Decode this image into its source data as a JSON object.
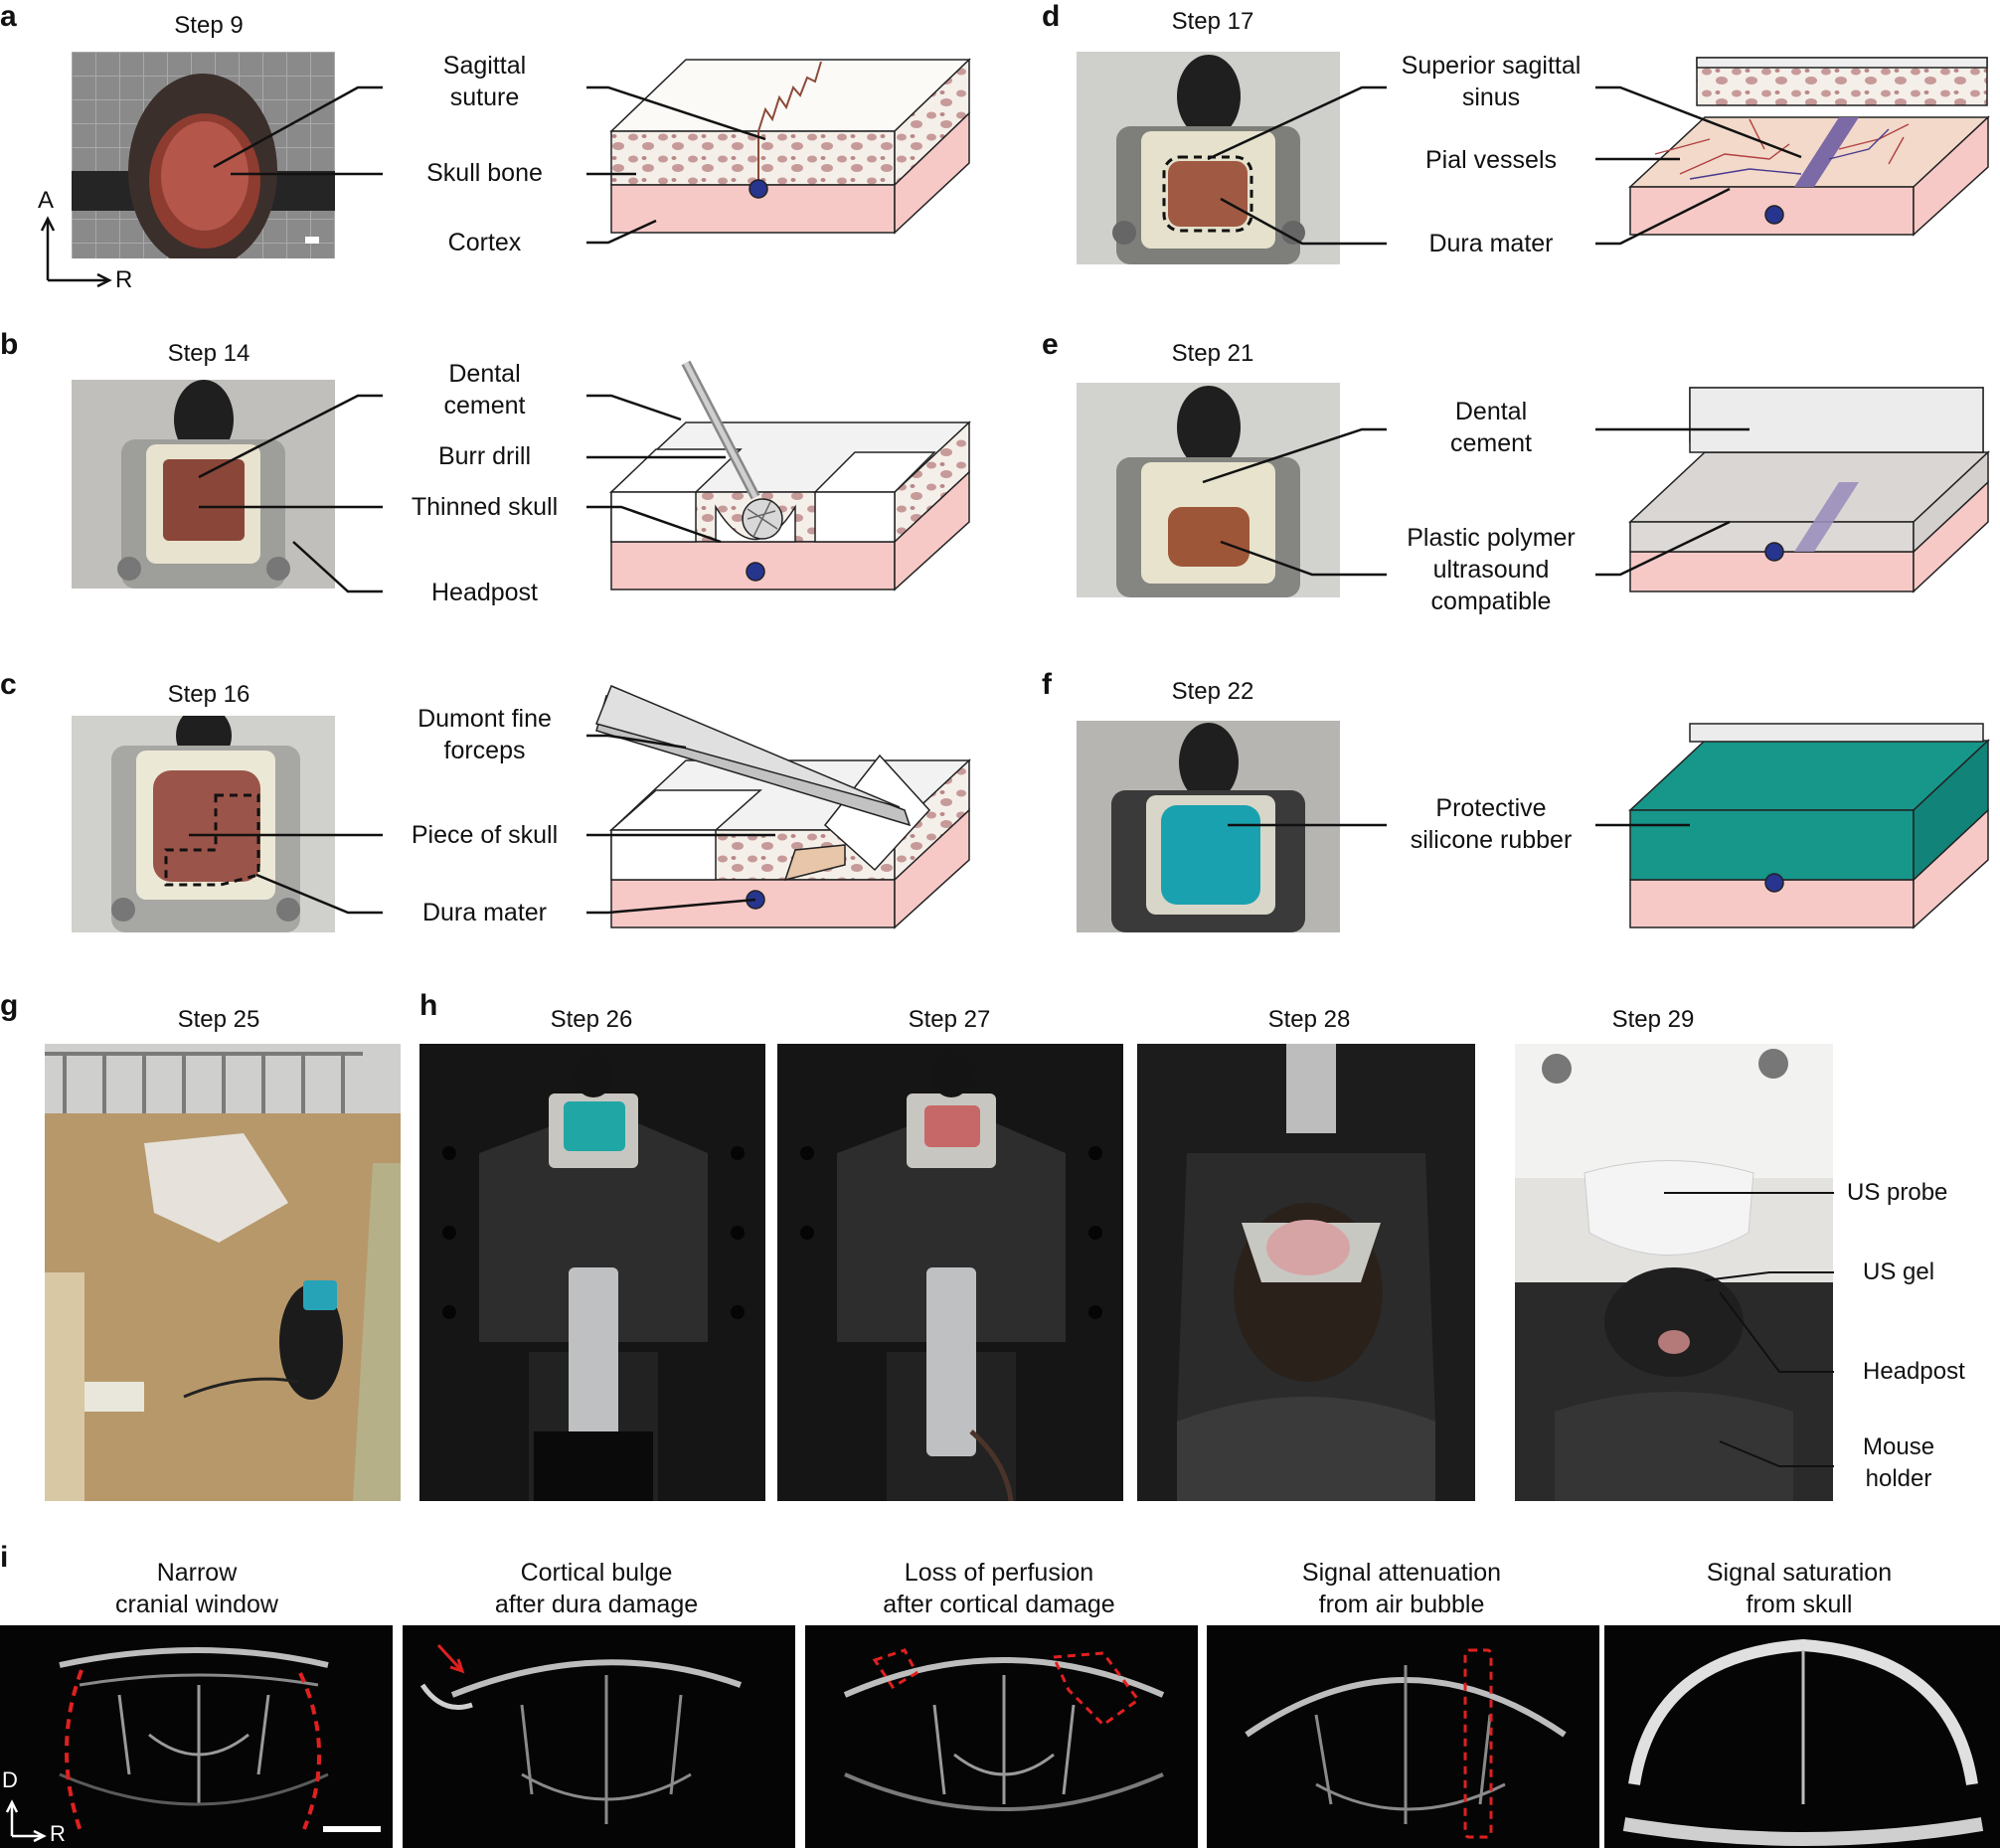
{
  "panels": {
    "a": {
      "letter": "a",
      "step": "Step 9",
      "labels": [
        "Sagittal\nsuture",
        "Skull bone",
        "Cortex"
      ],
      "axis_up": "A",
      "axis_right": "R"
    },
    "b": {
      "letter": "b",
      "step": "Step 14",
      "labels": [
        "Dental\ncement",
        "Burr drill",
        "Thinned skull",
        "Headpost"
      ]
    },
    "c": {
      "letter": "c",
      "step": "Step 16",
      "labels": [
        "Dumont fine\nforceps",
        "Piece of skull",
        "Dura mater"
      ]
    },
    "d": {
      "letter": "d",
      "step": "Step 17",
      "labels": [
        "Superior sagittal\nsinus",
        "Pial vessels",
        "Dura mater"
      ]
    },
    "e": {
      "letter": "e",
      "step": "Step 21",
      "labels": [
        "Dental\ncement",
        "Plastic polymer\nultrasound\ncompatible"
      ]
    },
    "f": {
      "letter": "f",
      "step": "Step 22",
      "labels": [
        "Protective\nsilicone rubber"
      ]
    },
    "g": {
      "letter": "g",
      "step": "Step 25"
    },
    "h": {
      "letter": "h",
      "steps": [
        "Step 26",
        "Step 27",
        "Step 28",
        "Step 29"
      ],
      "labels": [
        "US probe",
        "US gel",
        "Headpost",
        "Mouse\nholder"
      ]
    },
    "i": {
      "letter": "i",
      "titles": [
        "Narrow\ncranial window",
        "Cortical bulge\nafter dura damage",
        "Loss of perfusion\nafter cortical damage",
        "Signal attenuation\nfrom air bubble",
        "Signal saturation\nfrom skull"
      ],
      "axis_up": "D",
      "axis_right": "R"
    }
  },
  "colors": {
    "bone": "#f4efe8",
    "cortex": "#f6c9c7",
    "vessel_blue": "#27358f",
    "sinus": "#7b6aa6",
    "silicone": "#17968a",
    "red_dash": "#e02020"
  }
}
